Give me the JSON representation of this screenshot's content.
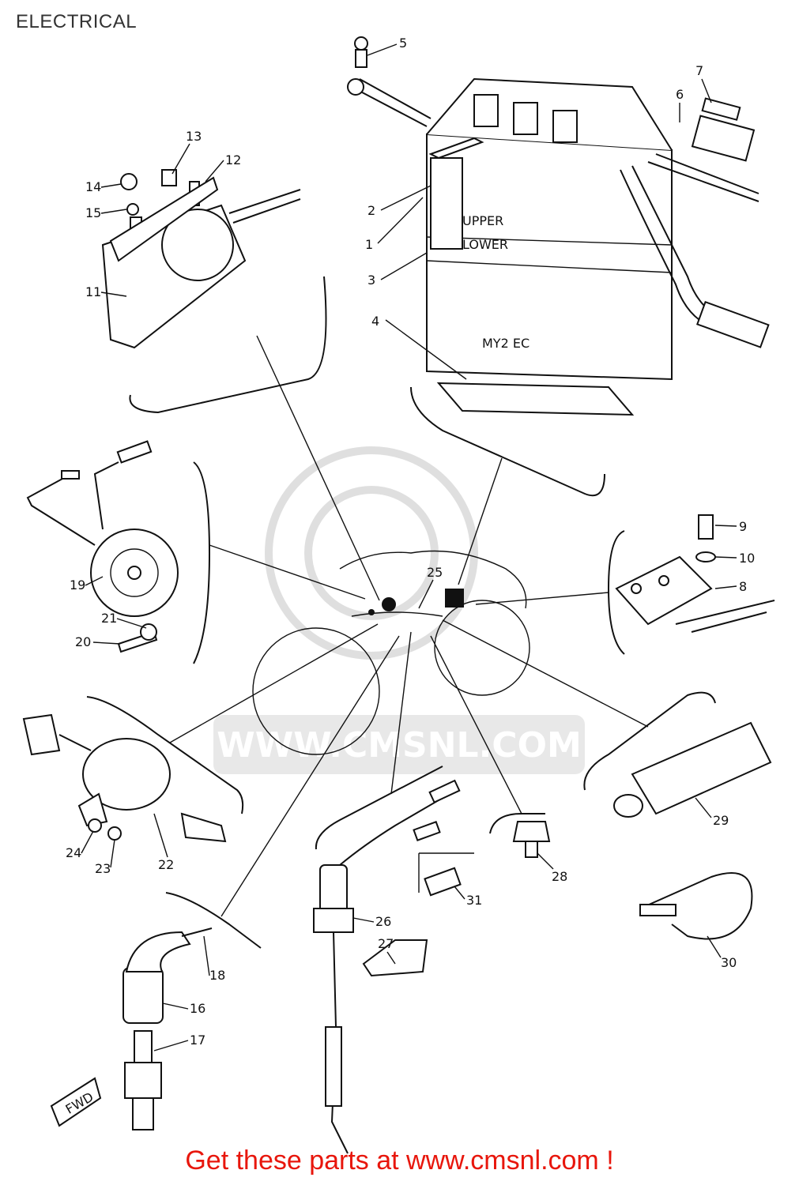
{
  "header": {
    "title": "ELECTRICAL"
  },
  "footer": {
    "text": "Get these parts at www.cmsnl.com !",
    "color": "#e8160c"
  },
  "watermark": {
    "text": "WWW.CMSNL.COM",
    "color": "#d9d9d9"
  },
  "direction_marker": {
    "label": "FWD"
  },
  "battery": {
    "case_text_1": "UPPER",
    "case_text_2": "LOWER",
    "model_text": "MY2 EC"
  },
  "callouts": [
    "1",
    "2",
    "3",
    "4",
    "5",
    "6",
    "7",
    "8",
    "9",
    "10",
    "11",
    "12",
    "13",
    "14",
    "15",
    "16",
    "17",
    "18",
    "19",
    "20",
    "21",
    "22",
    "23",
    "24",
    "25",
    "26",
    "27",
    "28",
    "29",
    "30",
    "31"
  ]
}
